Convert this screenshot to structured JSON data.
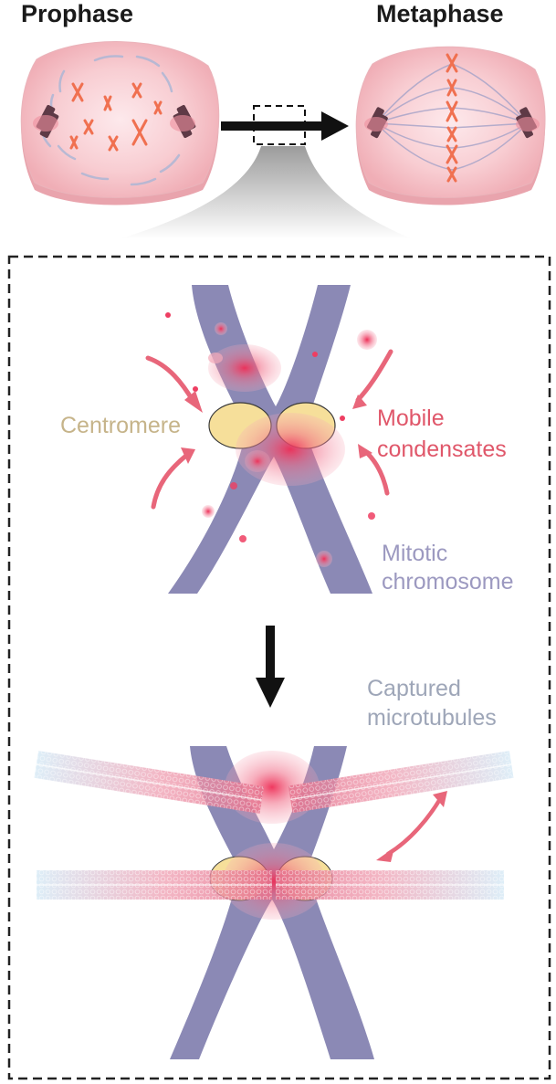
{
  "titles": {
    "left": "Prophase",
    "right": "Metaphase"
  },
  "labels": {
    "centromere": "Centromere",
    "mobile_1": "Mobile",
    "mobile_2": "condensates",
    "mitotic_1": "Mitotic",
    "mitotic_2": "chromosome",
    "captured_1": "Captured",
    "captured_2": "microtubules"
  },
  "colors": {
    "centromere_label": "#c6b48a",
    "condensate_label": "#e0576a",
    "chromosome_label": "#9c99c0",
    "microtubule_label": "#9ea6b8",
    "chromosome_fill": "#8b89b5",
    "condensate": "#ee3e62",
    "centromere_fill": "#f6df9a",
    "cell_fill": "#f6c3c8",
    "arrow_black": "#111111",
    "arrow_pink": "#e8667a"
  },
  "icons": {
    "down_arrow": "arrow-down-icon",
    "right_arrow": "arrow-right-icon",
    "double_arrow": "double-arrow-icon"
  }
}
